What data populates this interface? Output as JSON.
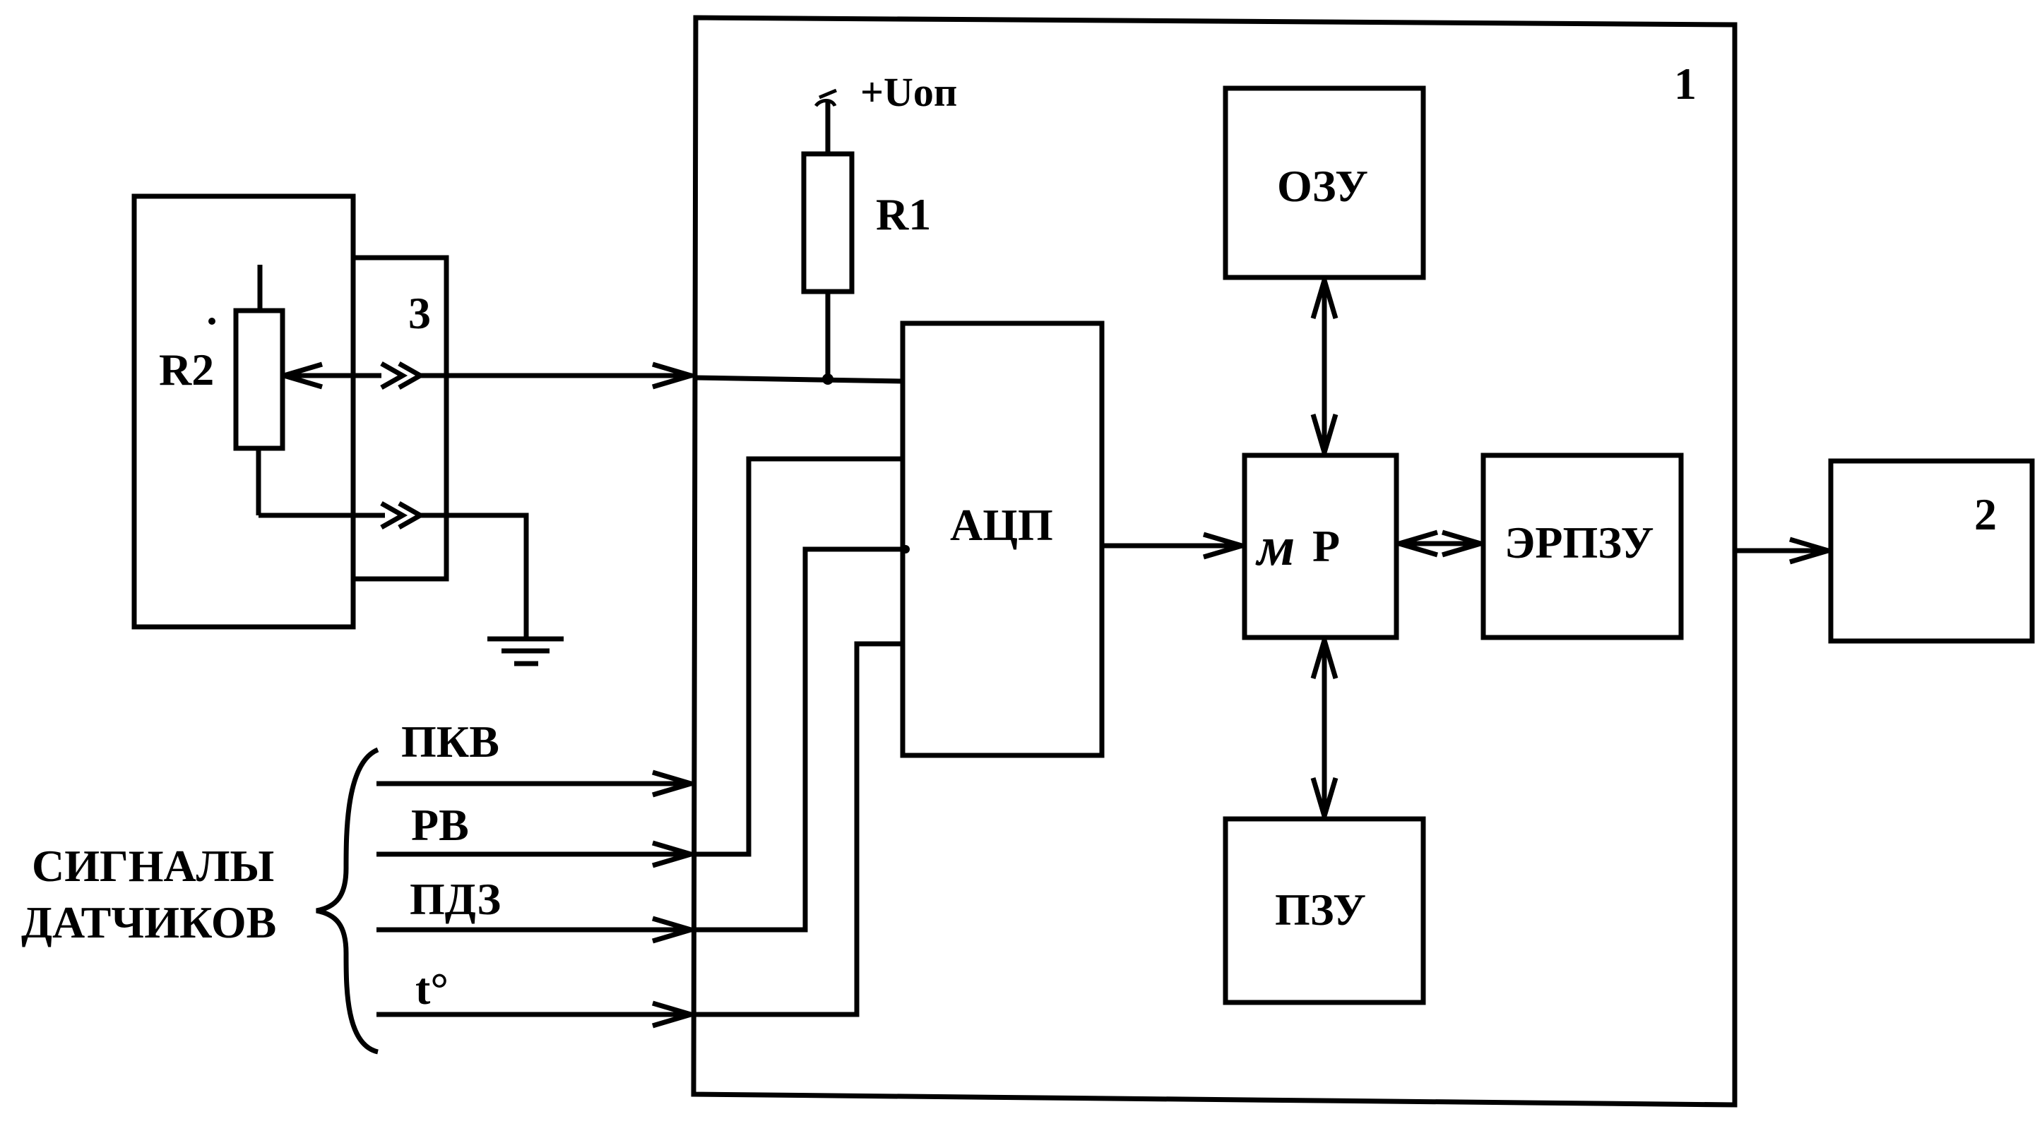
{
  "blocks": {
    "main_unit": "1",
    "indicator": "2",
    "connector": "3",
    "adc": "АЦП",
    "ram": "ОЗУ",
    "eeprom": "ЭРПЗУ",
    "rom": "ПЗУ",
    "mcu_mu": "м",
    "mcu_p": "Р"
  },
  "components": {
    "r1": "R1",
    "r2": "R2",
    "supply": "+Uоп"
  },
  "signals": {
    "group_line1": "СИГНАЛЫ",
    "group_line2": "ДАТЧИКОВ",
    "items": [
      "ПКВ",
      "РВ",
      "ПДЗ",
      "t°"
    ]
  }
}
